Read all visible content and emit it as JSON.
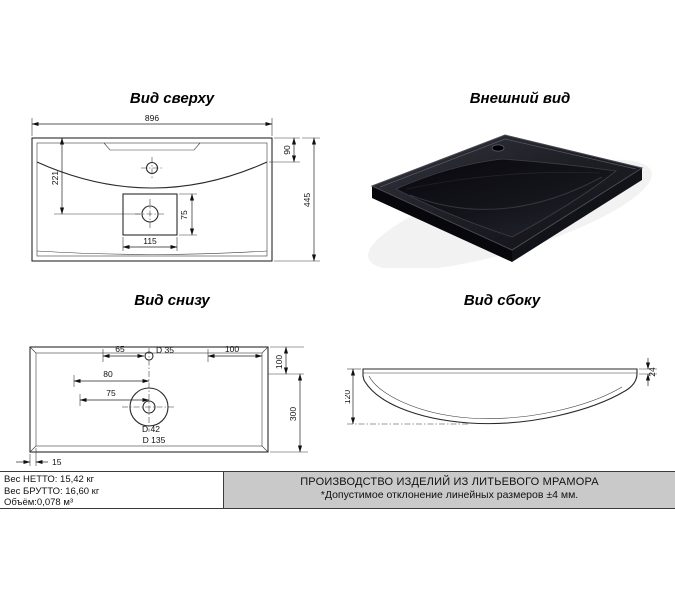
{
  "page": {
    "titles": {
      "top_view": "Вид сверху",
      "external_view": "Внешний вид",
      "bottom_view": "Вид снизу",
      "side_view": "Вид сбоку"
    }
  },
  "top_view": {
    "width": "896",
    "rim_depth": "90",
    "total_depth": "445",
    "drain_offset": "221",
    "drain_height": "75",
    "drain_width": "115"
  },
  "bottom_view": {
    "hole_offset": "65",
    "hole_dia": "D 35",
    "top_right_offset": "100",
    "offset_80": "80",
    "offset_75": "75",
    "drain_dia": "D 42",
    "recess_dia": "D 135",
    "right_top": "100",
    "right_height": "300",
    "edge": "15"
  },
  "side_view": {
    "height": "120",
    "rim": "24"
  },
  "footer": {
    "net": "Вес НЕТТО: 15,42 кг",
    "gross": "Вес БРУТТО: 16,60 кг",
    "volume": "Объём:0,078 м³",
    "production": "ПРОИЗВОДСТВО ИЗДЕЛИЙ ИЗ ЛИТЬЕВОГО МРАМОРА",
    "tolerance": "*Допустимое отклонение линейных размеров ±4 мм."
  },
  "colors": {
    "sink_body": "#1e1e25",
    "footer_bg": "#c9c9c9"
  }
}
